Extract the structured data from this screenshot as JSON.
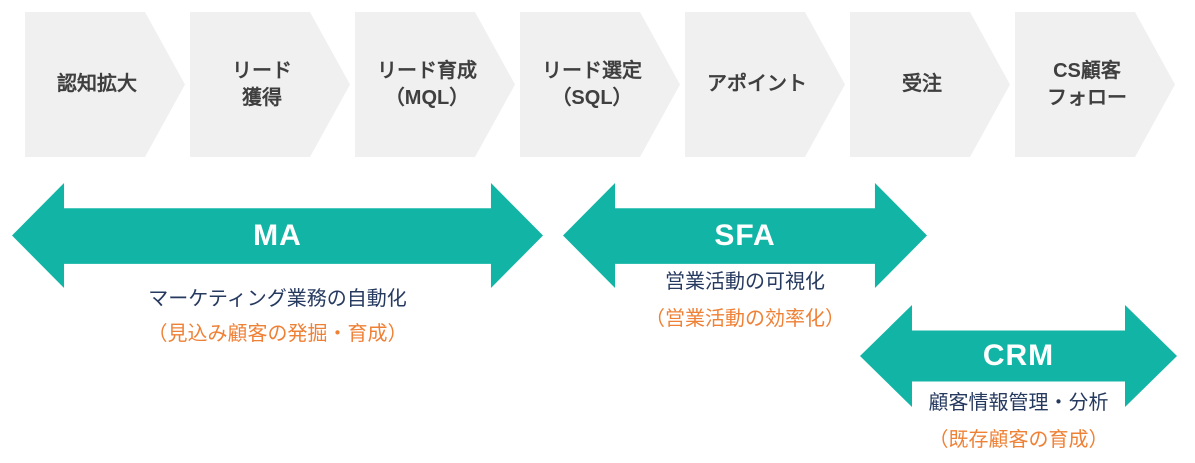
{
  "colors": {
    "teal": "#12b5a5",
    "chevron_bg": "#f0f0f0",
    "chevron_text": "#3f3f3f",
    "description_text": "#26395f",
    "highlight_text": "#ef8136",
    "tool_label_text": "#ffffff"
  },
  "funnel": {
    "stages": [
      {
        "lines": [
          "認知拡大"
        ]
      },
      {
        "lines": [
          "リード",
          "獲得"
        ]
      },
      {
        "lines": [
          "リード育成",
          "（MQL）"
        ]
      },
      {
        "lines": [
          "リード選定",
          "（SQL）"
        ]
      },
      {
        "lines": [
          "アポイント"
        ]
      },
      {
        "lines": [
          "受注"
        ]
      },
      {
        "lines": [
          "CS顧客",
          "フォロー"
        ]
      }
    ]
  },
  "tools": [
    {
      "name": "MA",
      "description": "マーケティング業務の自動化",
      "highlight": "（見込み顧客の発掘・育成）"
    },
    {
      "name": "SFA",
      "description": "営業活動の可視化",
      "highlight": "（営業活動の効率化）"
    },
    {
      "name": "CRM",
      "description": "顧客情報管理・分析",
      "highlight": "（既存顧客の育成）"
    }
  ]
}
